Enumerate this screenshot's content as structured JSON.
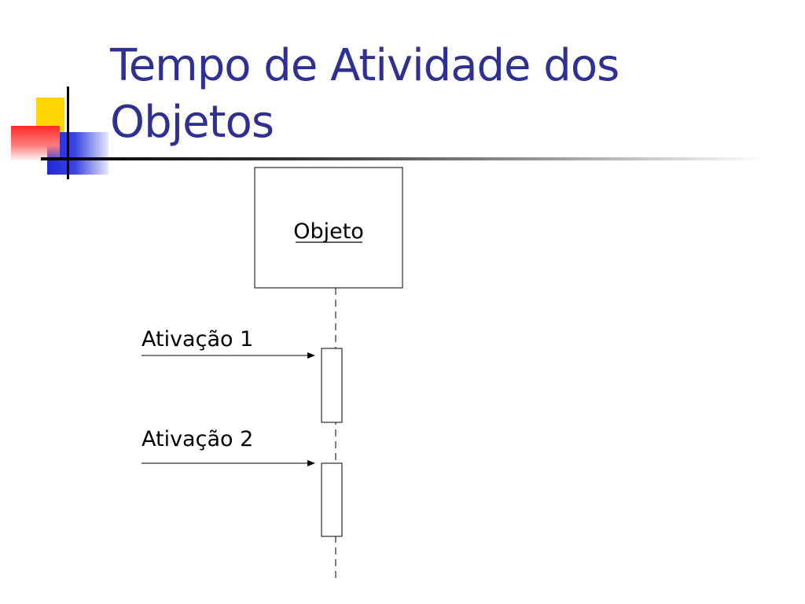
{
  "slide": {
    "title": "Tempo de Atividade dos Objetos"
  },
  "diagram": {
    "object_label": "Objeto",
    "activations": [
      {
        "label": "Ativação 1"
      },
      {
        "label": "Ativação 2"
      }
    ]
  },
  "colors": {
    "title": "#2e3192",
    "lines": "#000000"
  }
}
